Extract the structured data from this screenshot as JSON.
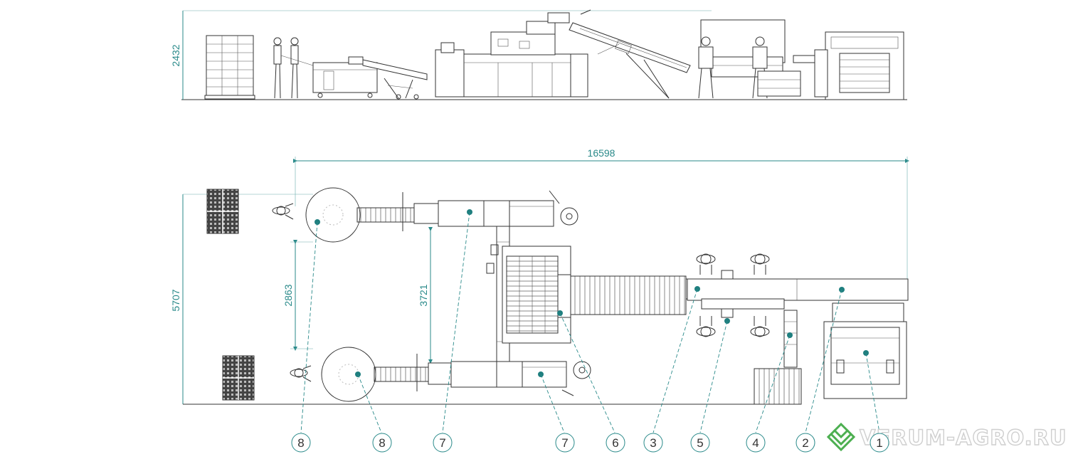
{
  "dimensions": {
    "height_side": "2432",
    "total_length": "16598",
    "total_width": "5707",
    "gap_a": "2863",
    "gap_b": "3721"
  },
  "callouts": [
    "8",
    "8",
    "7",
    "7",
    "6",
    "3",
    "5",
    "4",
    "2",
    "1"
  ],
  "watermark": {
    "text": "VERUM-AGRO.RU",
    "logo_icon": "diamond-chevron-logo",
    "logo_color": "#4caf50"
  },
  "colors": {
    "line": "#333333",
    "dimension": "#2a8a8a",
    "marker": "#1f7f7f"
  }
}
